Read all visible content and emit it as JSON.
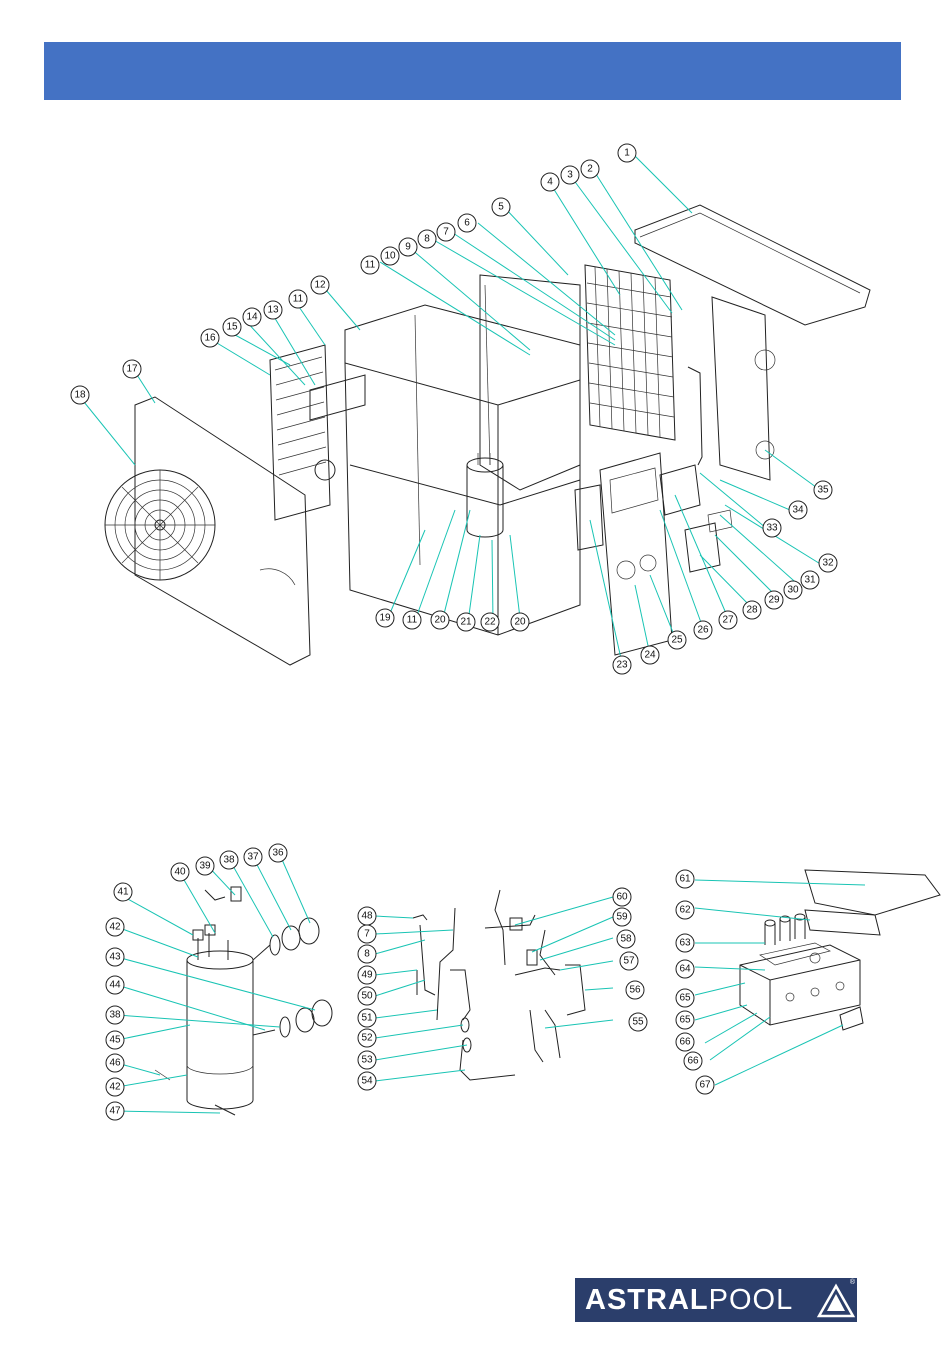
{
  "colors": {
    "header": "#4472c4",
    "leader": "#19c4b4",
    "logo_bg": "#2b3e6b"
  },
  "main_callouts": [
    "1",
    "2",
    "3",
    "4",
    "5",
    "6",
    "7",
    "8",
    "9",
    "10",
    "11",
    "12",
    "11",
    "13",
    "14",
    "15",
    "16",
    "17",
    "18",
    "19",
    "11",
    "20",
    "21",
    "22",
    "20",
    "23",
    "24",
    "25",
    "26",
    "27",
    "28",
    "29",
    "30",
    "31",
    "32",
    "33",
    "34",
    "35"
  ],
  "exchanger_callouts": [
    "36",
    "37",
    "38",
    "39",
    "40",
    "41",
    "42",
    "43",
    "44",
    "38",
    "45",
    "46",
    "42",
    "47"
  ],
  "piping_callouts": [
    "48",
    "7",
    "8",
    "49",
    "50",
    "51",
    "52",
    "53",
    "54",
    "60",
    "59",
    "58",
    "57",
    "56",
    "55"
  ],
  "electrical_callouts": [
    "61",
    "62",
    "63",
    "64",
    "65",
    "65",
    "66",
    "66",
    "67"
  ],
  "logo": {
    "bold": "ASTRAL",
    "light": "POOL",
    "reg": "®",
    "icon": "astralpool-triangle-icon"
  }
}
